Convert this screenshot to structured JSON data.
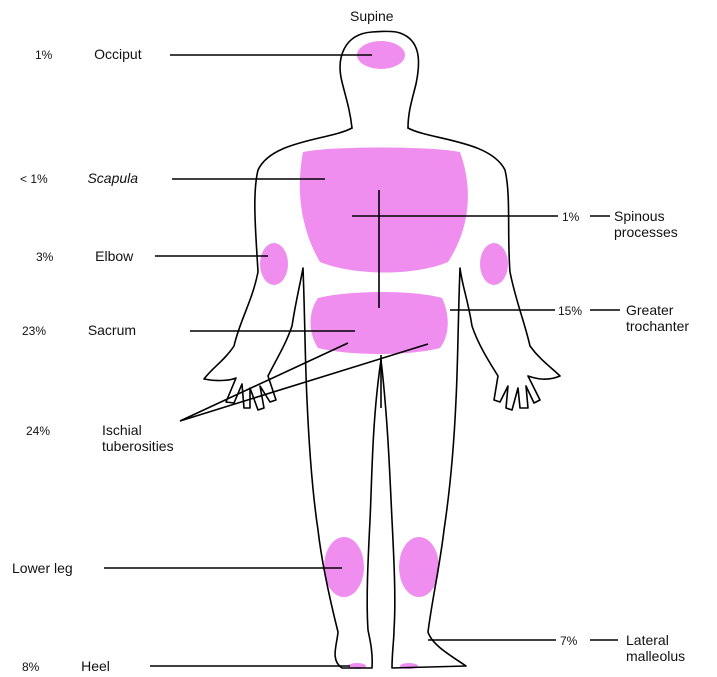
{
  "title": "Supine",
  "colors": {
    "pressure_area": "#f08ef0",
    "outline": "#000000",
    "background": "#ffffff"
  },
  "labels": {
    "occiput": {
      "pct": "1%",
      "name": "Occiput"
    },
    "scapula": {
      "pct": "< 1%",
      "name": "Scapula"
    },
    "elbow": {
      "pct": "3%",
      "name": "Elbow"
    },
    "sacrum": {
      "pct": "23%",
      "name": "Sacrum"
    },
    "ischial": {
      "pct": "24%",
      "name_line1": "Ischial",
      "name_line2": "tuberosities"
    },
    "lower_leg": {
      "name": "Lower leg"
    },
    "heel": {
      "pct": "8%",
      "name": "Heel"
    },
    "spinous": {
      "pct": "1%",
      "name_line1": "Spinous",
      "name_line2": "processes"
    },
    "trochanter": {
      "pct": "15%",
      "name_line1": "Greater",
      "name_line2": "trochanter"
    },
    "malleolus": {
      "pct": "7%",
      "name_line1": "Lateral",
      "name_line2": "malleolus"
    }
  }
}
